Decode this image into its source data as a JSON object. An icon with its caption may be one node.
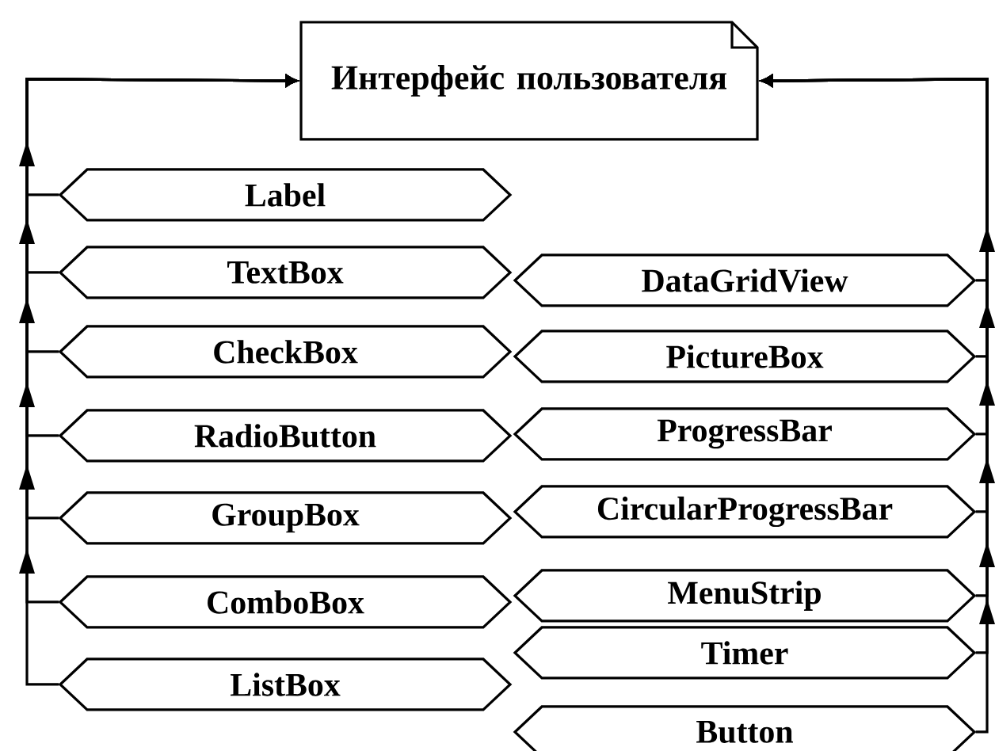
{
  "diagram": {
    "nodes": [
      {
        "text": [
          "Интерфейс пользователя"
        ]
      },
      {
        "text": [
          "Label"
        ]
      },
      {
        "text": [
          "TextBox"
        ]
      },
      {
        "text": [
          "CheckBox"
        ]
      },
      {
        "text": [
          "RadioButton"
        ]
      },
      {
        "text": [
          "GroupBox"
        ]
      },
      {
        "text": [
          "ComboBox"
        ]
      },
      {
        "text": [
          "ListBox"
        ]
      },
      {
        "text": [
          "DataGridView"
        ]
      },
      {
        "text": [
          "PictureBox"
        ]
      },
      {
        "text": [
          "ProgressBar"
        ]
      },
      {
        "text": [
          "CircularProgressBar"
        ]
      },
      {
        "text": [
          "MenuStrip"
        ]
      },
      {
        "text": [
          "Timer"
        ]
      },
      {
        "text": [
          "Button"
        ]
      }
    ],
    "edges": [
      {
        "from": 1,
        "to": 0,
        "arrow": "to"
      },
      {
        "from": 2,
        "to": 0,
        "arrow": "to"
      },
      {
        "from": 3,
        "to": 0,
        "arrow": "to"
      },
      {
        "from": 4,
        "to": 0,
        "arrow": "to"
      },
      {
        "from": 5,
        "to": 0,
        "arrow": "to"
      },
      {
        "from": 6,
        "to": 0,
        "arrow": "to"
      },
      {
        "from": 7,
        "to": 0,
        "arrow": "to"
      },
      {
        "from": 8,
        "to": 0,
        "arrow": "to"
      },
      {
        "from": 9,
        "to": 0,
        "arrow": "to"
      },
      {
        "from": 10,
        "to": 0,
        "arrow": "to"
      },
      {
        "from": 11,
        "to": 0,
        "arrow": "to"
      },
      {
        "from": 12,
        "to": 0,
        "arrow": "to"
      },
      {
        "from": 13,
        "to": 0,
        "arrow": "to"
      },
      {
        "from": 14,
        "to": 0,
        "arrow": "to"
      }
    ]
  }
}
